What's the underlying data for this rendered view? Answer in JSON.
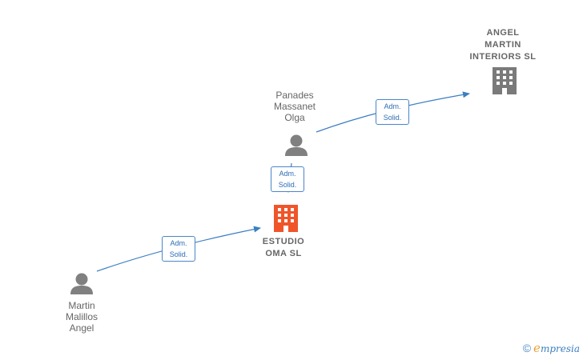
{
  "nodes": {
    "angel_martin_interiors": {
      "type": "company",
      "color": "#7a7a7a",
      "label_lines": [
        "ANGEL",
        "MARTIN",
        "INTERIORS  SL"
      ]
    },
    "panades_massanet_olga": {
      "type": "person",
      "color": "#808080",
      "label_lines": [
        "Panades",
        "Massanet",
        "Olga"
      ]
    },
    "estudio_oma": {
      "type": "company",
      "color": "#f0552a",
      "label_lines": [
        "ESTUDIO",
        "OMA  SL"
      ]
    },
    "martin_malillos_angel": {
      "type": "person",
      "color": "#808080",
      "label_lines": [
        "Martin",
        "Malillos",
        "Angel"
      ]
    }
  },
  "edges": [
    {
      "from": "panades_massanet_olga",
      "to": "angel_martin_interiors",
      "label_lines": [
        "Adm.",
        "Solid."
      ]
    },
    {
      "from": "panades_massanet_olga",
      "to": "estudio_oma",
      "label_lines": [
        "Adm.",
        "Solid."
      ]
    },
    {
      "from": "martin_malillos_angel",
      "to": "estudio_oma",
      "label_lines": [
        "Adm.",
        "Solid."
      ]
    }
  ],
  "edge_color": "#3b7fc2",
  "watermark": {
    "symbol": "©",
    "brand_initial": "e",
    "brand_rest": "mpresia"
  }
}
